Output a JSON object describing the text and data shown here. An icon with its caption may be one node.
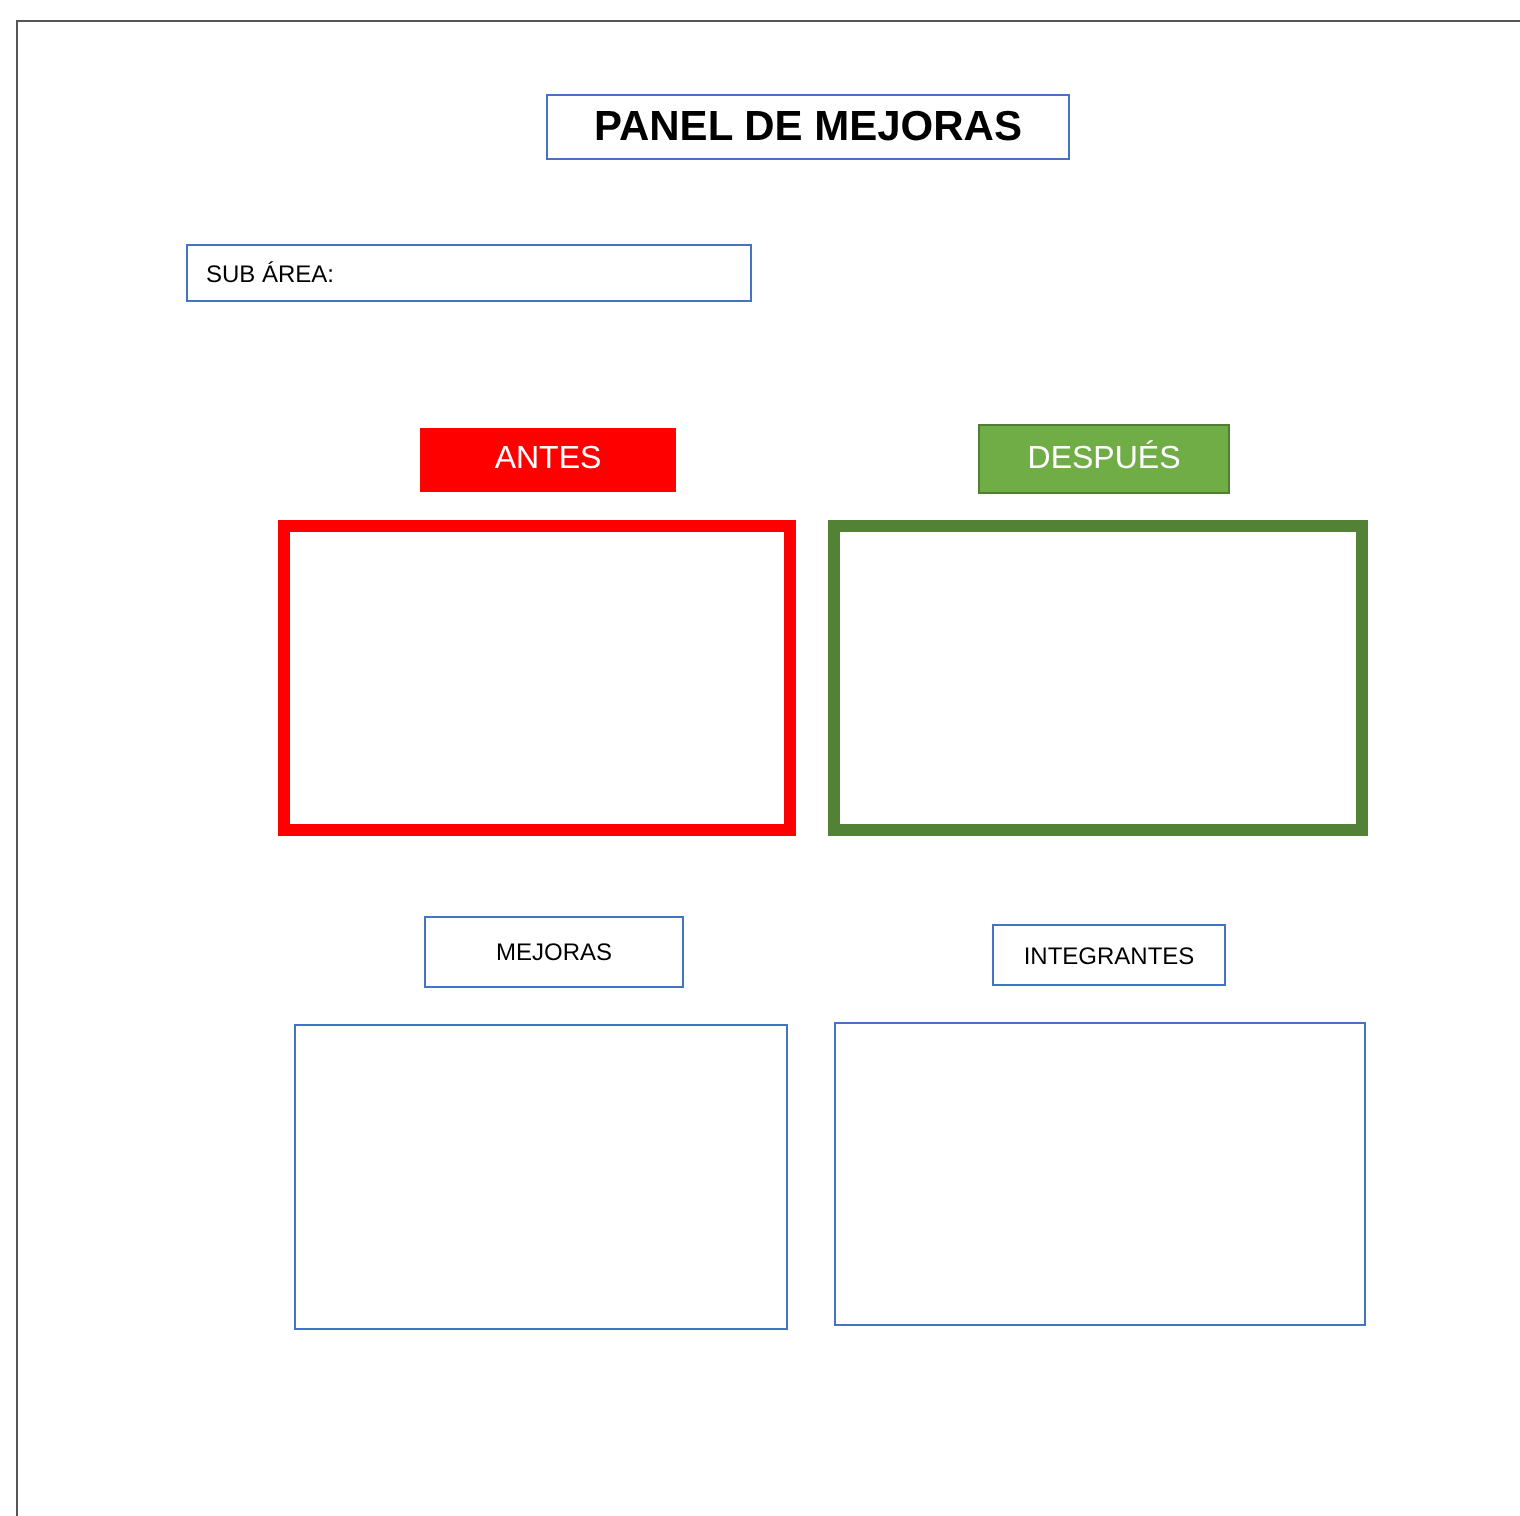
{
  "diagram": {
    "title": "PANEL DE MEJORAS",
    "nodes": [
      {
        "text": [
          "SUB ÁREA:"
        ]
      },
      {
        "text": [
          "ANTES"
        ]
      },
      {
        "text": [
          "DESPUÉS"
        ]
      },
      {
        "text": [],
        "shape": "box"
      },
      {
        "text": [],
        "shape": "box"
      },
      {
        "text": [
          "MEJORAS"
        ]
      },
      {
        "text": [
          "INTEGRANTES"
        ]
      },
      {
        "text": [],
        "shape": "box"
      },
      {
        "text": [],
        "shape": "box"
      }
    ]
  }
}
